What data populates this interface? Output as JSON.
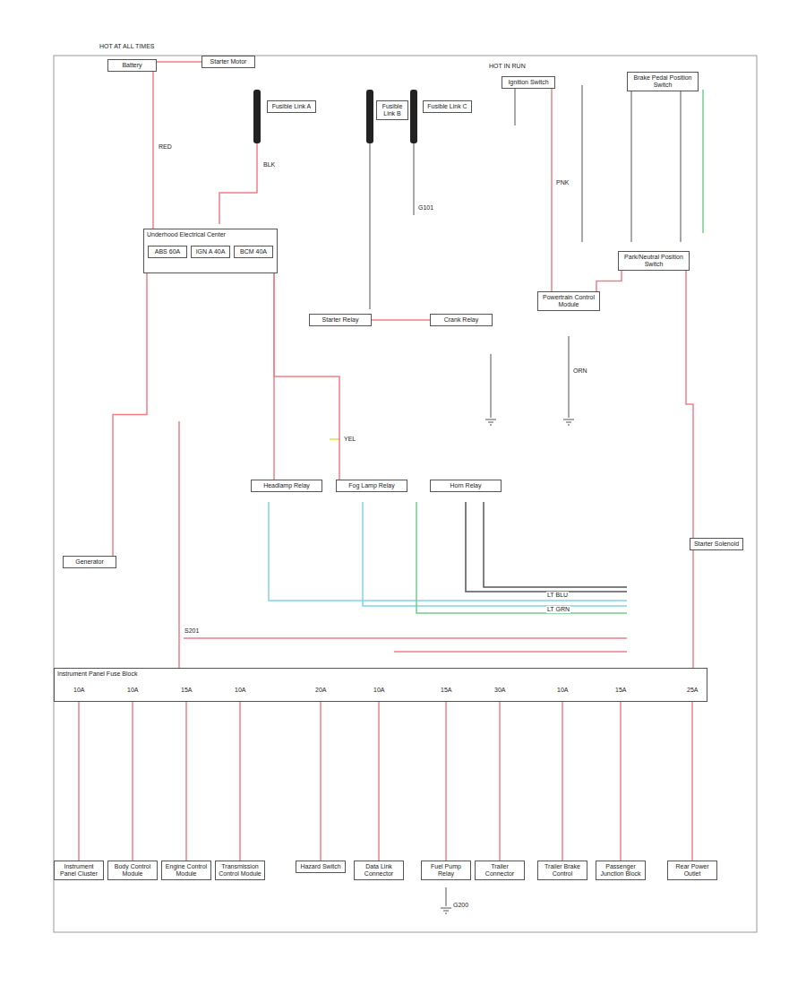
{
  "diagram": {
    "nodes": [
      {
        "text": [
          "Battery"
        ]
      },
      {
        "text": [
          "Starter Motor"
        ]
      },
      {
        "text": [
          "Fusible Link A"
        ]
      },
      {
        "text": [
          "Fusible Link B"
        ]
      },
      {
        "text": [
          "Fusible Link C"
        ]
      },
      {
        "text": [
          "Underhood Electrical Center"
        ]
      },
      {
        "text": [
          "ABS 60A"
        ],
        "in": 5
      },
      {
        "text": [
          "IGN A 40A"
        ],
        "in": 5
      },
      {
        "text": [
          "BCM 40A"
        ],
        "in": 5
      },
      {
        "text": [
          "Ignition Switch"
        ]
      },
      {
        "text": [
          "Brake Pedal Position Switch"
        ]
      },
      {
        "text": [
          "Generator"
        ]
      },
      {
        "text": [
          "Starter Relay"
        ]
      },
      {
        "text": [
          "Crank Relay"
        ]
      },
      {
        "text": [
          "Powertrain Control Module"
        ]
      },
      {
        "text": [
          "Park/Neutral Position Switch"
        ]
      },
      {
        "text": [
          "Instrument Panel Fuse Block"
        ]
      },
      {
        "text": [
          "Instrument Panel Cluster"
        ]
      },
      {
        "text": [
          "Body Control Module"
        ]
      },
      {
        "text": [
          "Engine Control Module"
        ]
      },
      {
        "text": [
          "Transmission Control Module"
        ]
      },
      {
        "text": [
          "Hazard Switch"
        ]
      },
      {
        "text": [
          "Data Link Connector"
        ]
      },
      {
        "text": [
          "Fuel Pump Relay"
        ]
      },
      {
        "text": [
          "Trailer Connector"
        ]
      },
      {
        "text": [
          "Trailer Brake Control"
        ]
      },
      {
        "text": [
          "Passenger Junction Block"
        ]
      },
      {
        "text": [
          "Rear Power Outlet"
        ]
      },
      {
        "text": [
          "Starter Solenoid"
        ]
      },
      {
        "text": [
          "Headlamp Relay"
        ]
      },
      {
        "text": [
          "Fog Lamp Relay"
        ]
      },
      {
        "text": [
          "Horn Relay"
        ]
      }
    ],
    "edges": [
      {
        "from": 0,
        "to": 1,
        "arrow": "none"
      },
      {
        "from": 0,
        "to": 5,
        "arrow": "none"
      },
      {
        "from": 5,
        "to": 11,
        "arrow": "none"
      },
      {
        "from": 5,
        "to": 29,
        "arrow": "none"
      },
      {
        "from": 5,
        "to": 30,
        "arrow": "none"
      },
      {
        "from": 9,
        "to": 14,
        "arrow": "none"
      },
      {
        "from": 12,
        "to": 13,
        "arrow": "none"
      },
      {
        "from": 14,
        "to": 15,
        "arrow": "none"
      },
      {
        "from": 15,
        "to": 28,
        "arrow": "none"
      },
      {
        "from": 28,
        "to": 16,
        "arrow": "none"
      },
      {
        "from": 16,
        "to": 17,
        "arrow": "none"
      },
      {
        "from": 16,
        "to": 18,
        "arrow": "none"
      },
      {
        "from": 16,
        "to": 19,
        "arrow": "none"
      },
      {
        "from": 16,
        "to": 20,
        "arrow": "none"
      },
      {
        "from": 16,
        "to": 21,
        "arrow": "none"
      },
      {
        "from": 16,
        "to": 22,
        "arrow": "none"
      },
      {
        "from": 16,
        "to": 23,
        "arrow": "none"
      },
      {
        "from": 16,
        "to": 24,
        "arrow": "none"
      },
      {
        "from": 16,
        "to": 25,
        "arrow": "none"
      },
      {
        "from": 16,
        "to": 26,
        "arrow": "none"
      },
      {
        "from": 16,
        "to": 27,
        "arrow": "none"
      }
    ],
    "labels": [
      "RED",
      "BLK",
      "G101",
      "PNK",
      "ORN",
      "YEL",
      "S201",
      "HOT AT ALL TIMES",
      "HOT IN RUN",
      "10A",
      "10A",
      "15A",
      "10A",
      "20A",
      "10A",
      "15A",
      "30A",
      "10A",
      "15A",
      "25A",
      "LT BLU",
      "LT GRN",
      "G200"
    ]
  }
}
